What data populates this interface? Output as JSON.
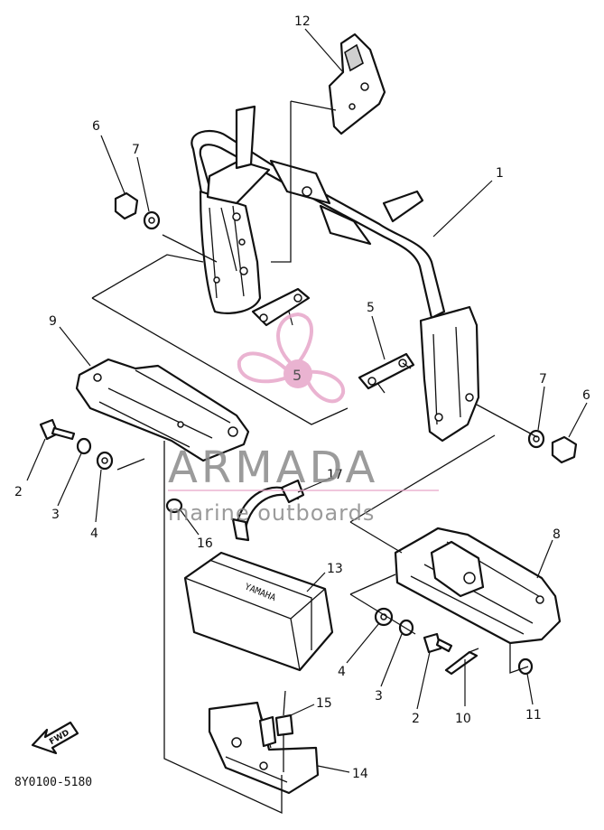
{
  "callouts": [
    {
      "id": "1",
      "label": "1"
    },
    {
      "id": "2a",
      "label": "2"
    },
    {
      "id": "2b",
      "label": "2"
    },
    {
      "id": "3a",
      "label": "3"
    },
    {
      "id": "3b",
      "label": "3"
    },
    {
      "id": "4a",
      "label": "4"
    },
    {
      "id": "4b",
      "label": "4"
    },
    {
      "id": "5a",
      "label": "5"
    },
    {
      "id": "6a",
      "label": "6"
    },
    {
      "id": "6b",
      "label": "6"
    },
    {
      "id": "7a",
      "label": "7"
    },
    {
      "id": "7b",
      "label": "7"
    },
    {
      "id": "8",
      "label": "8"
    },
    {
      "id": "9",
      "label": "9"
    },
    {
      "id": "10",
      "label": "10"
    },
    {
      "id": "11",
      "label": "11"
    },
    {
      "id": "12",
      "label": "12"
    },
    {
      "id": "13",
      "label": "13"
    },
    {
      "id": "14",
      "label": "14"
    },
    {
      "id": "15",
      "label": "15"
    },
    {
      "id": "16",
      "label": "16"
    },
    {
      "id": "17",
      "label": "17"
    }
  ],
  "watermark": {
    "brand": "ARMADA",
    "tagline": "marine outboards",
    "logo_number": "5",
    "logo_color": "#e7a6c9"
  },
  "box_label": "YAMAHA",
  "front_arrow": "FWD",
  "drawing_code": "8Y0100-5180"
}
